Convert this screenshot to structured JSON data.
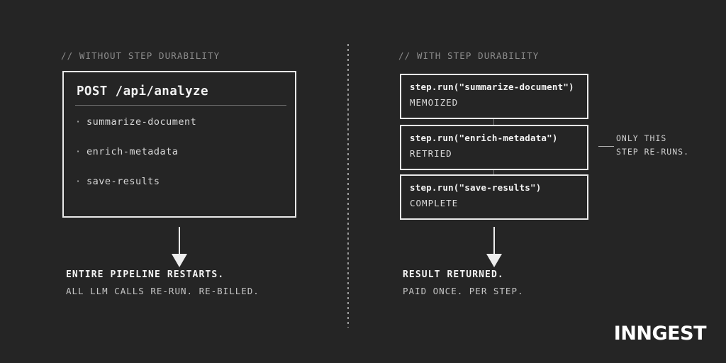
{
  "canvas": {
    "background": "#252525",
    "foreground": "#f2f2f2",
    "muted": "#8d8d8d",
    "border": "#e9e9e9"
  },
  "left_column": {
    "comment": "// WITHOUT STEP DURABILITY",
    "card": {
      "title": "POST /api/analyze",
      "items": [
        {
          "bullet": "·",
          "label": "summarize-document"
        },
        {
          "bullet": "·",
          "label": "enrich-metadata"
        },
        {
          "bullet": "·",
          "label": "save-results"
        }
      ]
    },
    "outcome": {
      "headline": "ENTIRE PIPELINE RESTARTS.",
      "detail": "ALL LLM CALLS RE-RUN. RE-BILLED."
    }
  },
  "right_column": {
    "comment": "// WITH STEP DURABILITY",
    "steps": [
      {
        "call": "step.run(\"summarize-document\")",
        "status": "MEMOIZED"
      },
      {
        "call": "step.run(\"enrich-metadata\")",
        "status": "RETRIED"
      },
      {
        "call": "step.run(\"save-results\")",
        "status": "COMPLETE"
      }
    ],
    "callout": {
      "line1": "ONLY THIS",
      "line2": "STEP RE-RUNS."
    },
    "outcome": {
      "headline": "RESULT RETURNED.",
      "detail": "PAID ONCE. PER STEP."
    }
  },
  "brand": {
    "wordmark": "INNGEST"
  }
}
